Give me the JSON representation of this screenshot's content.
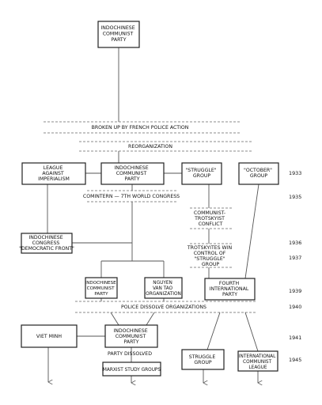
{
  "nodes": {
    "icp_top": [
      "INDOCHINESE",
      "COMMUNIST",
      "PARTY"
    ],
    "league": [
      "LEAGUE",
      "AGAINST",
      "IMPERIALISM"
    ],
    "icp_mid": [
      "INDOCHINESE",
      "COMMUNIST",
      "PARTY"
    ],
    "struggle_1933": [
      "\"STRUGGLE\"",
      "GROUP"
    ],
    "october": [
      "\"OCTOBER\"",
      "GROUP"
    ],
    "congress": [
      "INDOCHINESE",
      "CONGRESS",
      "\"DEMOCRATIC FRONT\""
    ],
    "icp_1939": [
      "INDOCHINESE",
      "COMMUNIST",
      "PARTY"
    ],
    "nguyen": [
      "NGUYEN",
      "VAN TAO",
      "ORGANIZATION"
    ],
    "fourth": [
      "FOURTH",
      "INTERNATIONAL",
      "PARTY"
    ],
    "vietminh": [
      "VIET MINH"
    ],
    "icp_1941": [
      "INDOCHINESE",
      "COMMUNIST",
      "PARTY"
    ],
    "marxist": [
      "MARXIST STUDY GROUPS"
    ],
    "struggle_1945": [
      "STRUGGLE",
      "GROUP"
    ],
    "icl": [
      "INTERNATIONAL",
      "COMMUNIST",
      "LEAGUE"
    ]
  },
  "labels": {
    "broken_up": "BROKEN UP BY FRENCH POLICE ACTION",
    "reorganization": "REORGANIZATION",
    "comintern": "COMINTERN — 7TH WORLD CONGRESS",
    "conflict": [
      "COMMUNIST-",
      "TROTSKYIST",
      "CONFLICT"
    ],
    "trotskyites": [
      "TROTSKYITES WIN",
      "CONTROL OF",
      "\"STRUGGLE\"",
      "GROUP"
    ],
    "police_dissolve": "POLICE DISSOLVE ORGANIZATIONS",
    "party_dissolved": "PARTY DISSOLVED"
  },
  "years": [
    "1933",
    "1935",
    "1936",
    "1937",
    "1939",
    "1940",
    "1941",
    "1945"
  ]
}
